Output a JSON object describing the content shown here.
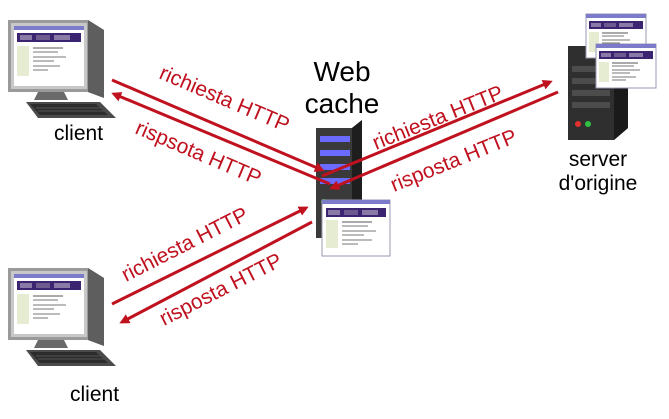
{
  "nodes": {
    "client_top": {
      "label": "client"
    },
    "client_bottom": {
      "label": "client"
    },
    "proxy": {
      "label_line1": "Web",
      "label_line2": "cache"
    },
    "origin": {
      "label_line1": "server",
      "label_line2": "d'origine"
    }
  },
  "arrows": {
    "client_top_request": "richiesta HTTP",
    "client_top_response": "rispsota HTTP",
    "origin_request": "richiesta HTTP",
    "origin_response": "risposta HTTP",
    "client_bottom_request": "richiesta HTTP",
    "client_bottom_response": "risposta HTTP"
  },
  "colors": {
    "arrow": "#c0111f",
    "server_body": "#3a3a3a",
    "server_led": "#6b6bff",
    "screen_bg": "#ffffff",
    "page_banner": "#3b2470"
  }
}
